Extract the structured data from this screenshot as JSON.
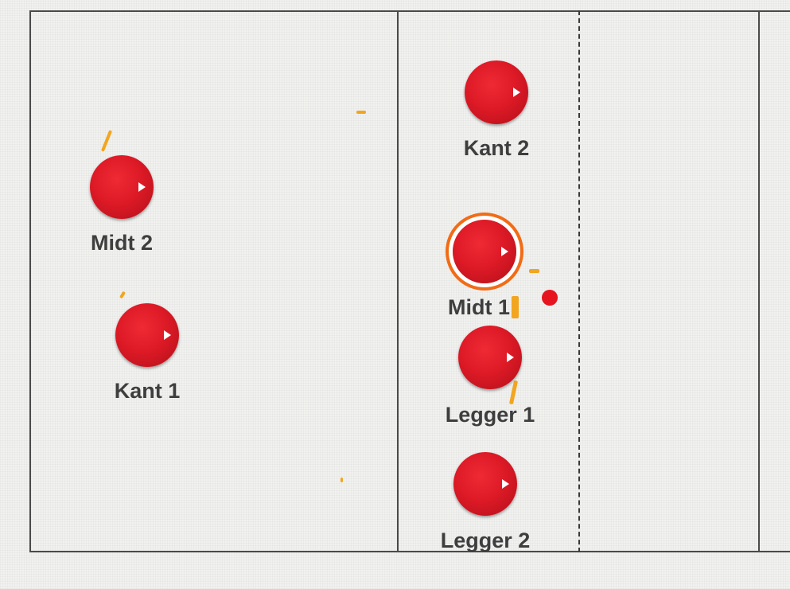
{
  "players": [
    {
      "id": "kant-2",
      "label": "Kant 2",
      "selected": false
    },
    {
      "id": "midt-2",
      "label": "Midt 2",
      "selected": false
    },
    {
      "id": "midt-1",
      "label": "Midt 1",
      "selected": true
    },
    {
      "id": "kant-1",
      "label": "Kant 1",
      "selected": false
    },
    {
      "id": "legger-1",
      "label": "Legger 1",
      "selected": false
    },
    {
      "id": "legger-2",
      "label": "Legger 2",
      "selected": false
    }
  ],
  "colors": {
    "player_fill": "#dd1a26",
    "selection_ring": "#f26b16",
    "ball": "#e6141f",
    "court_line": "#4a4a4a",
    "label_text": "#3e3e3e",
    "marker": "#f2a51f"
  },
  "icons": {
    "player_direction": "play-arrow-icon"
  }
}
